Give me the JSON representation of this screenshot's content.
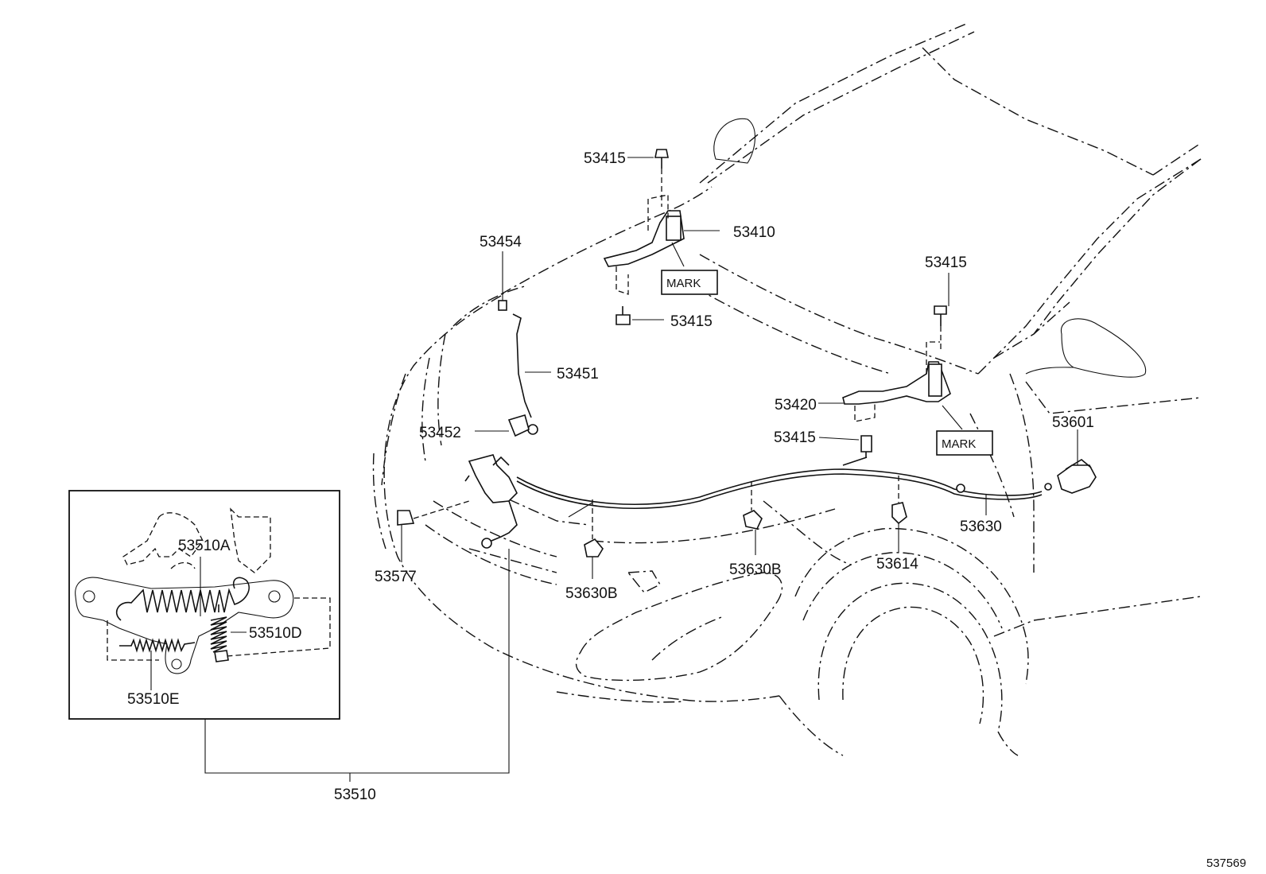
{
  "labels": {
    "p53415_top": "53415",
    "p53410": "53410",
    "mark_1": "MARK",
    "p53415_mid": "53415",
    "p53454": "53454",
    "p53451": "53451",
    "p53452": "53452",
    "p53415_right": "53415",
    "p53420": "53420",
    "mark_2": "MARK",
    "p53415_lower": "53415",
    "p53601": "53601",
    "p53630": "53630",
    "p53614": "53614",
    "p53630b_center": "53630B",
    "p53630b_left": "53630B",
    "p53577": "53577",
    "p53510a": "53510A",
    "p53510d": "53510D",
    "p53510e": "53510E",
    "p53510": "53510"
  },
  "diagram_id": "537569"
}
